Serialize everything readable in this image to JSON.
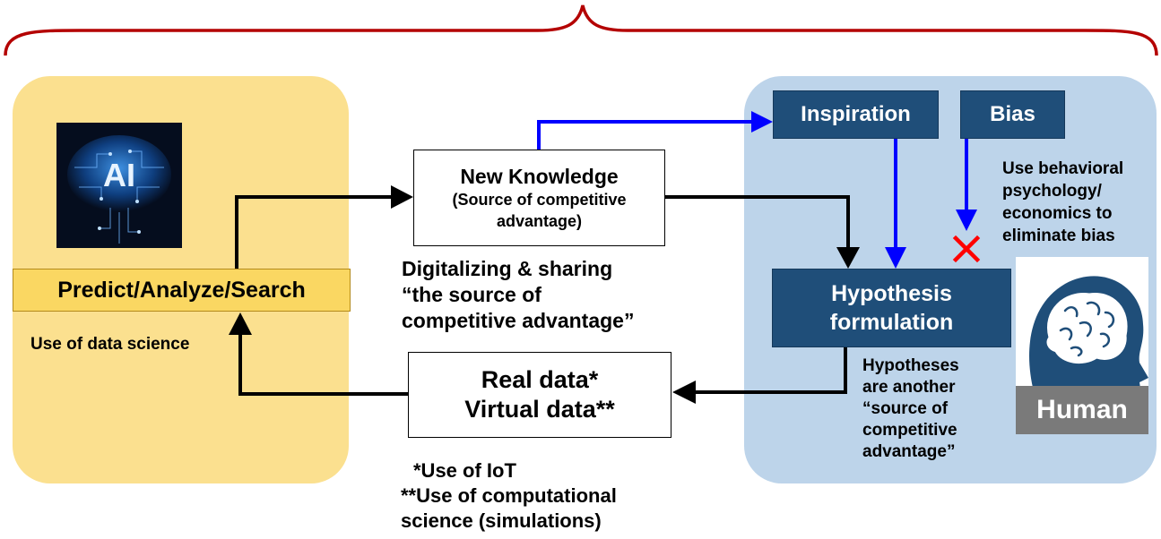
{
  "left_panel": {
    "ai_logo_text": "AI",
    "predict_box": "Predict/Analyze/Search",
    "data_science_label": "Use of data science"
  },
  "center": {
    "new_knowledge": {
      "title": "New Knowledge",
      "subtitle_line1": "(Source of competitive",
      "subtitle_line2": "advantage)"
    },
    "digitalizing_caption": [
      "Digitalizing & sharing",
      "“the source of",
      "competitive advantage”"
    ],
    "data_box": {
      "line1": "Real data*",
      "line2": "Virtual data**"
    },
    "footnotes": [
      "*Use of IoT",
      "**Use of computational",
      "science (simulations)"
    ]
  },
  "right_panel": {
    "inspiration": "Inspiration",
    "bias": "Bias",
    "hypothesis_line1": "Hypothesis",
    "hypothesis_line2": "formulation",
    "bias_note": [
      "Use behavioral",
      "psychology/",
      "economics to",
      "eliminate bias"
    ],
    "hypotheses_note": [
      "Hypotheses",
      "are another",
      "“source of",
      "competitive",
      "advantage”"
    ],
    "human_label": "Human"
  },
  "colors": {
    "ai_zone": "#fbe08f",
    "human_zone": "#bdd4ea",
    "navy": "#1f4e79",
    "blue_arrow": "#0000ff",
    "brace": "#b40000",
    "cross": "#ff0000"
  },
  "icons": [
    "ai-brain-icon",
    "human-head-icon",
    "cross-icon"
  ]
}
